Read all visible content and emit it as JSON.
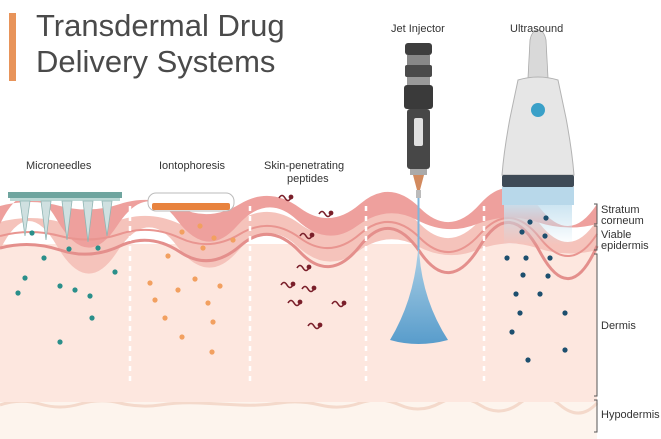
{
  "title": {
    "line1": "Transdermal Drug",
    "line2": "Delivery Systems"
  },
  "methods": {
    "microneedles": "Microneedles",
    "iontophoresis": "Iontophoresis",
    "peptides_line1": "Skin-penetrating",
    "peptides_line2": "peptides",
    "jet": "Jet Injector",
    "ultrasound": "Ultrasound"
  },
  "layers": {
    "stratum1": "Stratum",
    "stratum2": "corneum",
    "viable1": "Viable",
    "viable2": "epidermis",
    "dermis": "Dermis",
    "hypodermis": "Hypodermis"
  },
  "colors": {
    "accent": "#e8945a",
    "stratum": "#e99a9a",
    "epidermis": "#f6c9c2",
    "dermis": "#fde9e2",
    "hypodermis": "#fdf5ee",
    "teal_particle": "#2a8f8a",
    "orange_particle": "#f2a060",
    "peptide": "#7a1f2a",
    "ultrasound_particle": "#1d4f6e",
    "jet_stream": "#6aaed6"
  }
}
